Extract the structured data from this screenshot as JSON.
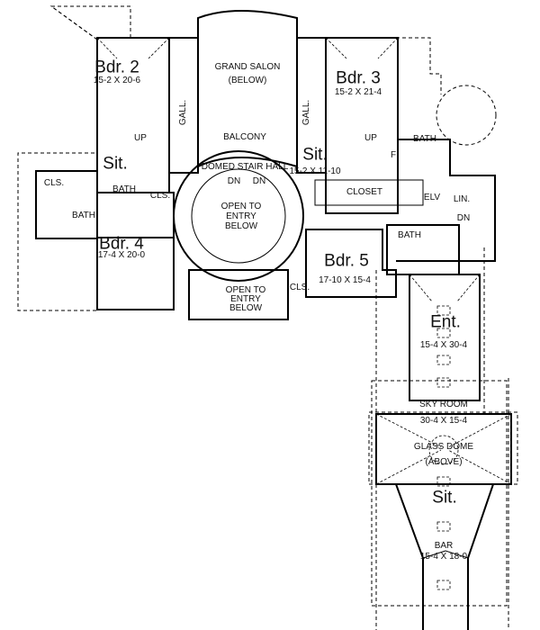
{
  "plan": {
    "rooms": {
      "bdr2": {
        "name": "Bdr. 2",
        "dims": "15-2  X 20-6"
      },
      "grand_salon": {
        "name": "GRAND SALON",
        "note": "(BELOW)"
      },
      "gall_left": "GALL.",
      "gall_right": "GALL.",
      "bdr3": {
        "name": "Bdr. 3",
        "dims": "15-2  X 21-4"
      },
      "balcony": "BALCONY",
      "sit_left": "Sit.",
      "sit_right": {
        "name": "Sit.",
        "dims": "15-2  X 11-10"
      },
      "up_left": "UP",
      "up_right": "UP",
      "bath_top_right": "BATH",
      "fp": "F",
      "domed_stair_hall": "DOMED STAIR HALL",
      "dn_left": "DN",
      "dn_right": "DN",
      "closet": "CLOSET",
      "elv": "ELV",
      "lin": "LIN.",
      "dn_stair": "DN",
      "cls_far_left": "CLS.",
      "bath_left_upper": "BATH",
      "cls_left": "CLS.",
      "bath_left_lower": "BATH",
      "open_entry_upper": [
        "OPEN TO",
        "ENTRY",
        "BELOW"
      ],
      "bdr4": {
        "name": "Bdr. 4",
        "dims": "17-4  X 20-0"
      },
      "bath_bdr5": "BATH",
      "bdr5": {
        "name": "Bdr. 5",
        "dims": "17-10  X 15-4"
      },
      "cls_bdr5": "CLS.",
      "open_entry_lower": [
        "OPEN TO",
        "ENTRY",
        "BELOW"
      ],
      "ent": {
        "name": "Ent.",
        "dims": "15-4  X 30-4"
      },
      "sky_room": {
        "name": "SKY ROOM",
        "dims": "30-4  X 15-4"
      },
      "glass_dome": {
        "name": "GLASS DOME",
        "note": "(ABOVE)"
      },
      "sit_bottom": "Sit.",
      "bar": {
        "name": "BAR",
        "dims": "15-4  X 18-0"
      }
    }
  }
}
